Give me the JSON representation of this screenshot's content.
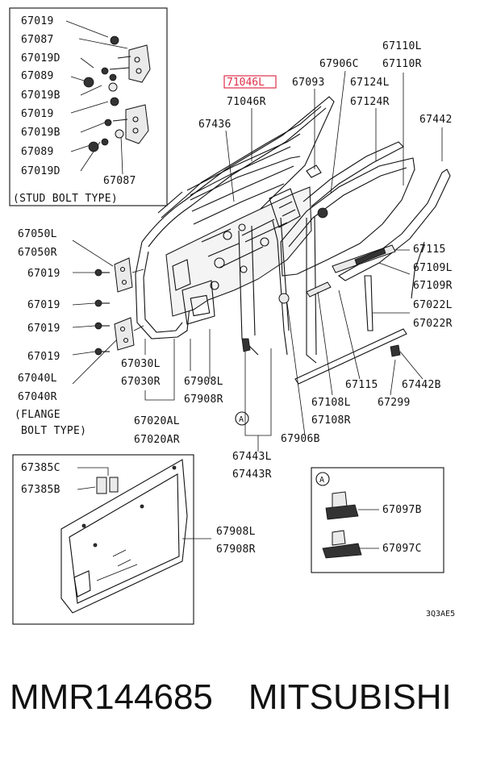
{
  "inset_stud": {
    "labels": [
      "67019",
      "67087",
      "67019D",
      "67089",
      "67019B",
      "67019",
      "67019B",
      "67089",
      "67019D",
      "67087"
    ],
    "caption": "(STUD BOLT TYPE)"
  },
  "highlighted_part": "71046L",
  "labels_top": {
    "p71046r": "71046R",
    "p67093": "67093",
    "p67906c": "67906C",
    "p67110l": "67110L",
    "p67110r": "67110R",
    "p67124l": "67124L",
    "p67124r": "67124R",
    "p67436": "67436",
    "p67442": "67442"
  },
  "labels_left": {
    "p67050l": "67050L",
    "p67050r": "67050R",
    "p67019a": "67019",
    "p67019b": "67019",
    "p67019c": "67019",
    "p67019d": "67019",
    "p67040l": "67040L",
    "p67040r": "67040R",
    "flange_1": "(FLANGE",
    "flange_2": "BOLT TYPE)"
  },
  "labels_right": {
    "p67115a": "67115",
    "p67109l": "67109L",
    "p67109r": "67109R",
    "p67022l": "67022L",
    "p67022r": "67022R",
    "p67442b": "67442B",
    "p67299": "67299",
    "p67115b": "67115",
    "p67108l": "67108L",
    "p67108r": "67108R",
    "p67906b": "67906B"
  },
  "labels_bottom": {
    "p67030l": "67030L",
    "p67030r": "67030R",
    "p67908l_a": "67908L",
    "p67908r_a": "67908R",
    "p67020al": "67020AL",
    "p67020ar": "67020AR",
    "p67443l": "67443L",
    "p67443r": "67443R",
    "callout_a": "A"
  },
  "inset_trim": {
    "p67385c": "67385C",
    "p67385b": "67385B",
    "p67908l": "67908L",
    "p67908r": "67908R"
  },
  "inset_clip": {
    "callout": "A",
    "p67097b": "67097B",
    "p67097c": "67097C"
  },
  "diagram_code": "3Q3AE5",
  "footer": {
    "part_number": "MMR144685",
    "brand": "MITSUBISHI"
  }
}
